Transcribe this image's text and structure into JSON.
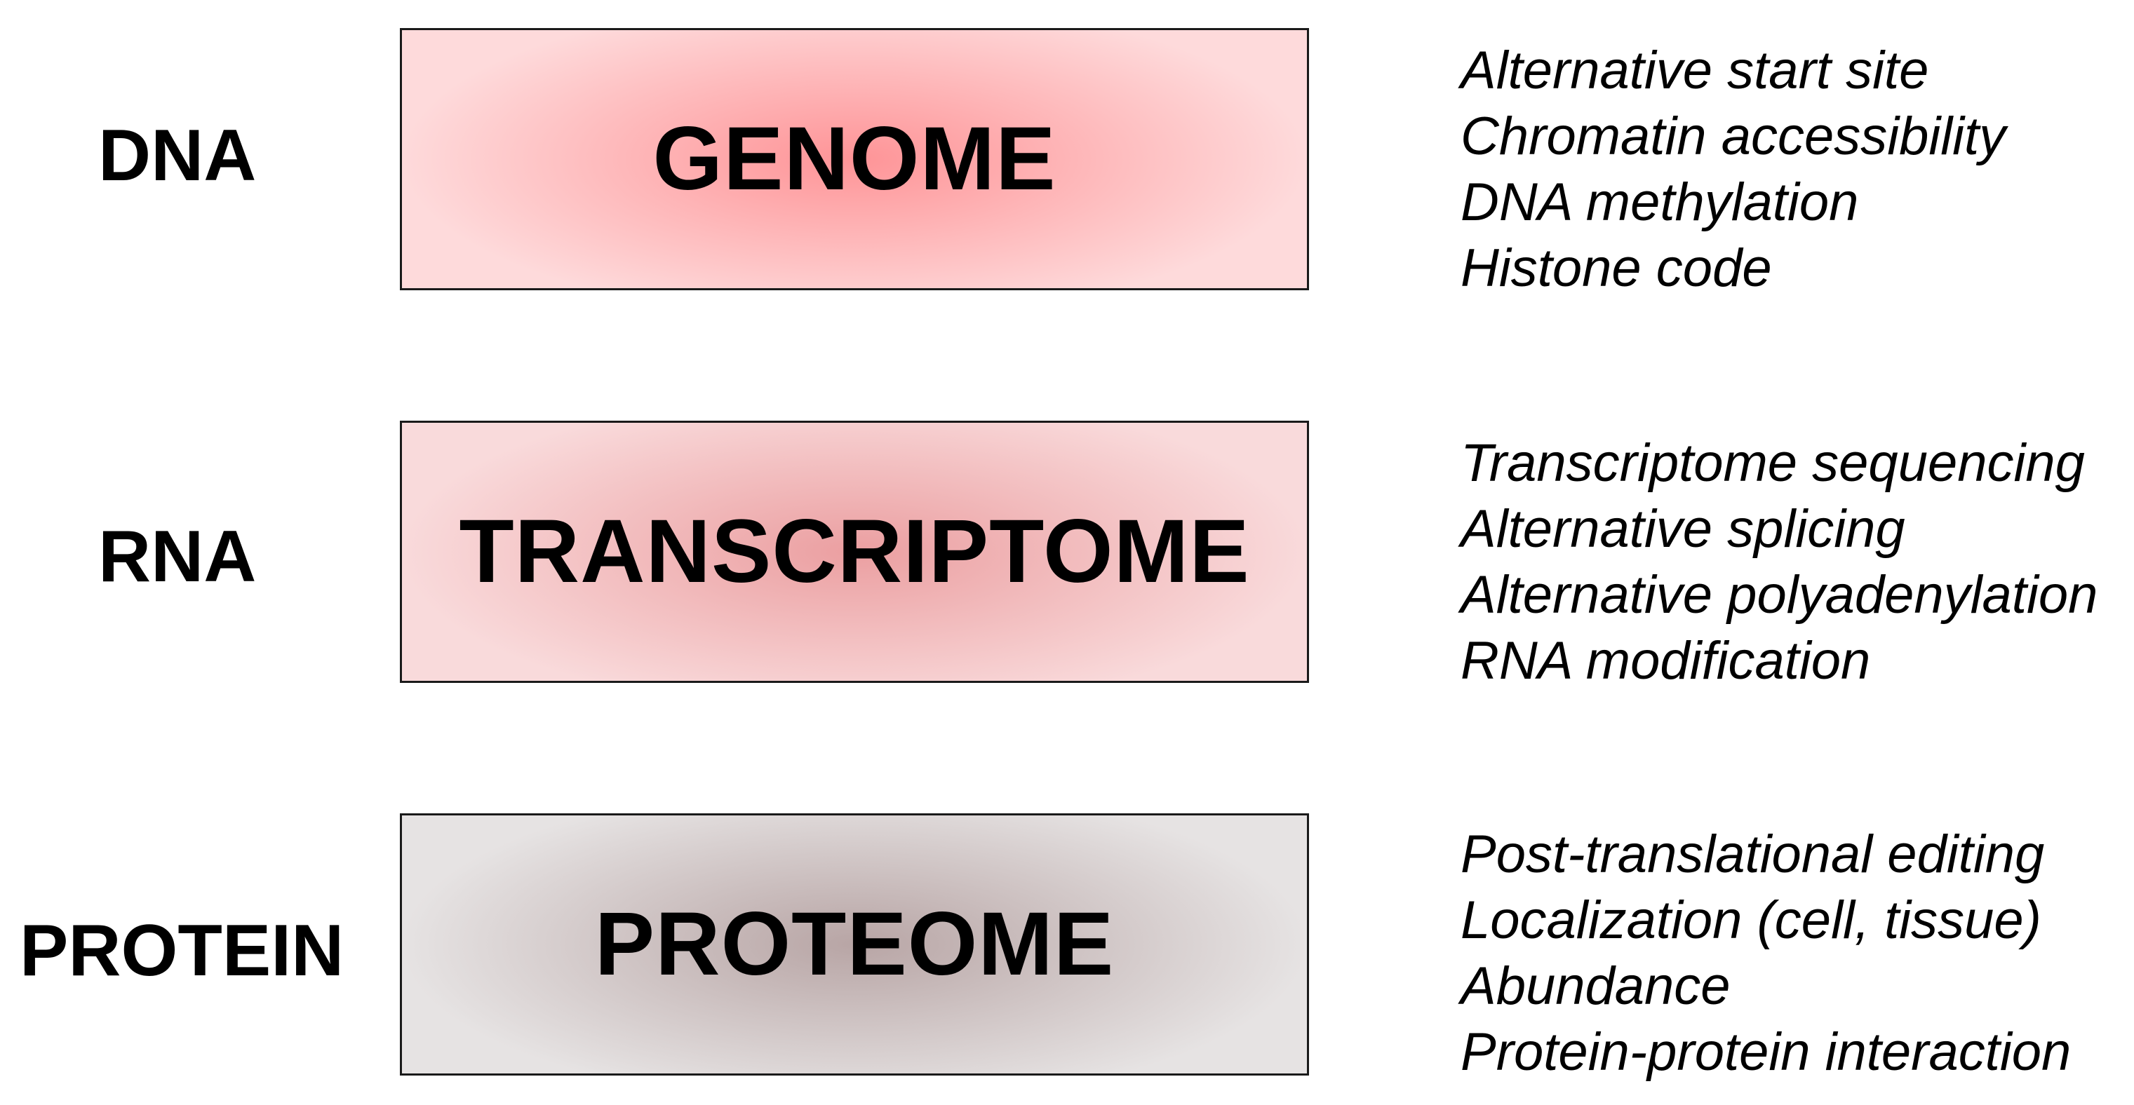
{
  "tiers": [
    {
      "level": "DNA",
      "name": "GENOME",
      "fill_center": "#fe9497",
      "fill_edge": "#fedadb",
      "features": [
        "Alternative start site",
        "Chromatin accessibility",
        "DNA methylation",
        "Histone code"
      ]
    },
    {
      "level": "RNA",
      "name": "TRANSCRIPTOME",
      "fill_center": "#eb9fa1",
      "fill_edge": "#f9dadb",
      "features": [
        "Transcriptome sequencing",
        "Alternative splicing",
        "Alternative polyadenylation",
        "RNA modification"
      ]
    },
    {
      "level": "PROTEIN",
      "name": "PROTEOME",
      "fill_center": "#b8a5a5",
      "fill_edge": "#e6e3e3",
      "features": [
        "Post-translational editing",
        "Localization (cell, tissue)",
        "Abundance",
        "Protein-protein interaction"
      ]
    }
  ]
}
